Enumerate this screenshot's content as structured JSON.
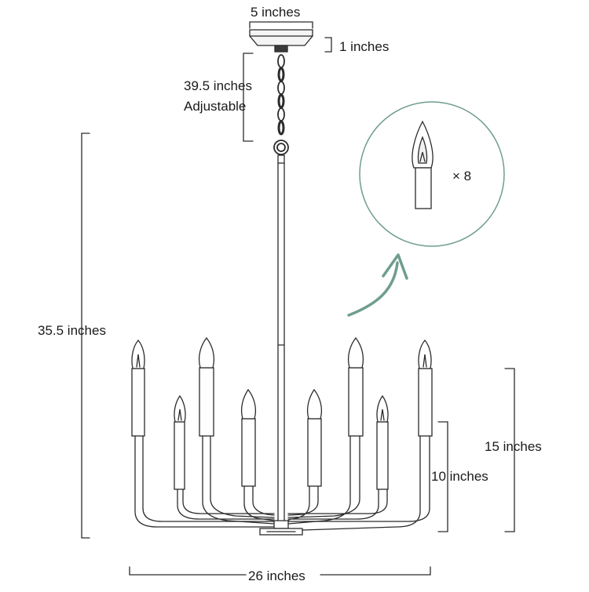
{
  "dimensions": {
    "canopy_width": "5 inches",
    "canopy_height": "1 inches",
    "chain_length": "39.5 inches",
    "chain_note": "Adjustable",
    "overall_height": "35.5 inches",
    "outer_arm_height": "15 inches",
    "inner_arm_height": "10 inches",
    "width": "26 inches"
  },
  "bulb_callout": {
    "quantity": "× 8",
    "bulb_count": 8
  },
  "colors": {
    "line": "#2b2b2b",
    "callout_circle": "#6f9e8c",
    "arrow": "#6f9e8c",
    "label": "#1a1a1a"
  }
}
